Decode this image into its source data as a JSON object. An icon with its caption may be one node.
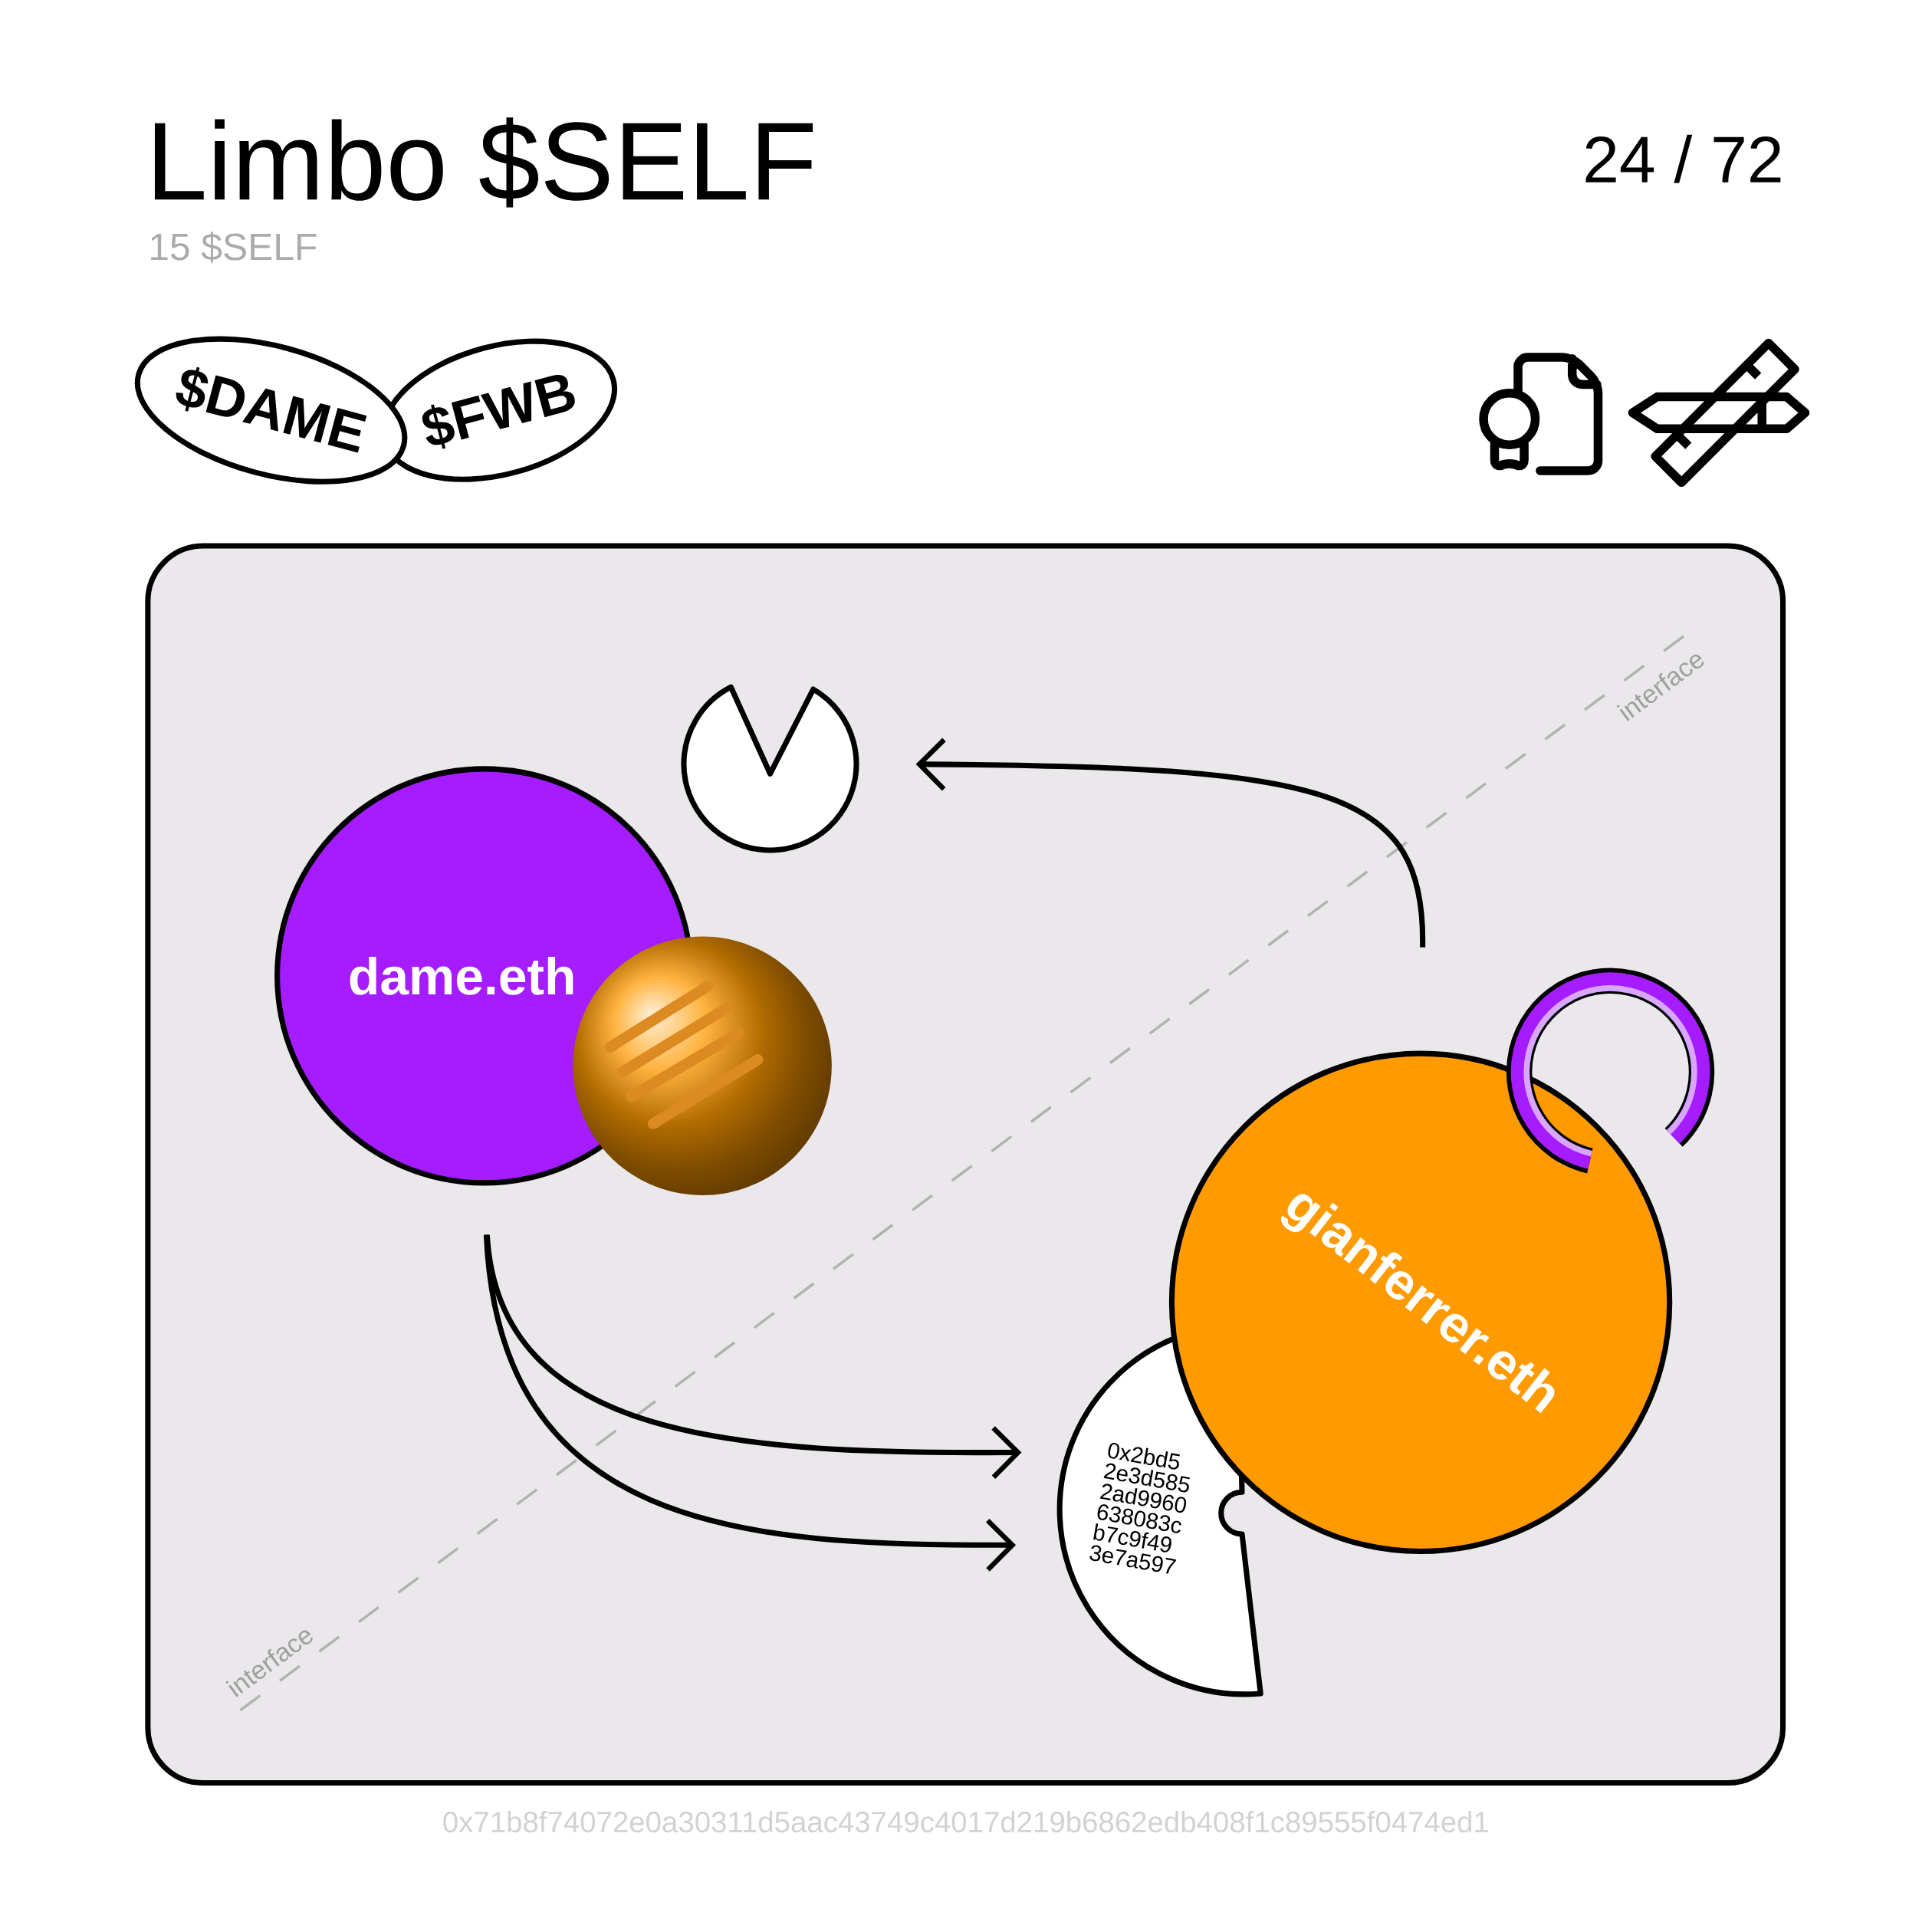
{
  "diagram": {
    "title": "Limbo $SELF",
    "nodes": [
      {
        "text": [
          "$DAME"
        ]
      },
      {
        "text": [
          "$FWB"
        ]
      },
      {
        "text": [],
        "shape": "circle"
      },
      {
        "text": [
          "dame.eth"
        ]
      },
      {
        "text": [
          "gianferrer.eth"
        ]
      },
      {
        "text": [
          "0x2bd5 2e3d585 2ad9960 638083c b7c9f49 3e7a597"
        ]
      }
    ],
    "edges": [
      {
        "from": 4,
        "to": 2,
        "arrow": "to"
      },
      {
        "from": 3,
        "to": 5,
        "arrow": "to"
      },
      {
        "from": 3,
        "to": 5,
        "arrow": "to"
      }
    ],
    "labels": [
      "24 / 72",
      "15 $SELF",
      "interface",
      "interface",
      "0x71b8f74072e0a30311d5aac43749c4017d219b6862edb408f1c89555f0474ed1"
    ]
  }
}
